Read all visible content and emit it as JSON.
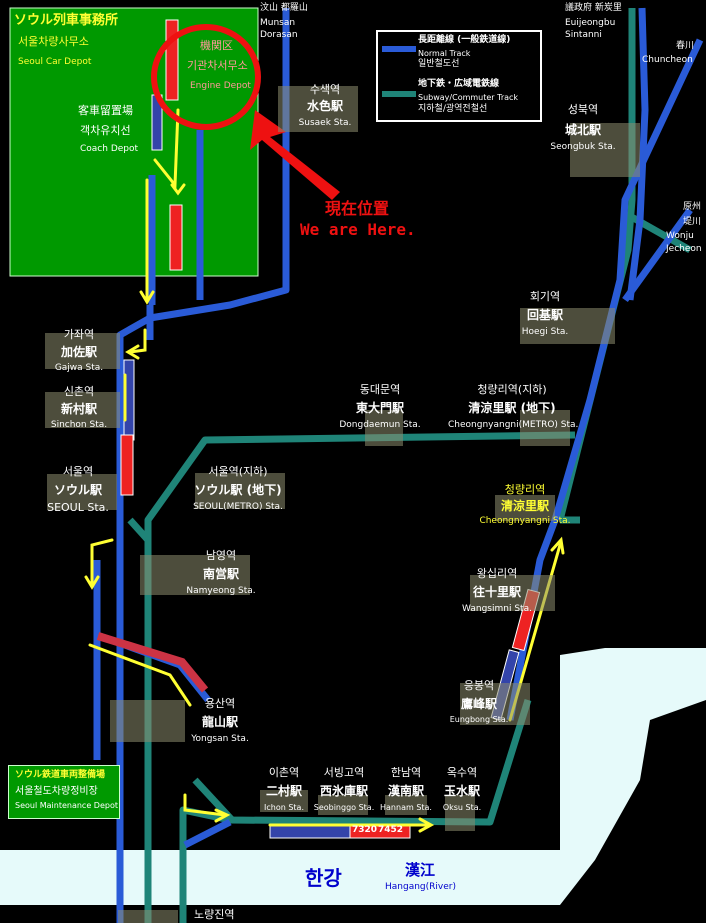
{
  "depot": {
    "title_jp": "ソウル列車事務所",
    "title_kr": "서울차량사무소",
    "title_en": "Seoul Car Depot",
    "coach_jp": "客車留置場",
    "coach_kr": "객차유치선",
    "coach_en": "Coach Depot",
    "engine_jp": "機関区",
    "engine_kr": "기관차서무소",
    "engine_en": "Engine Depot"
  },
  "here": {
    "jp": "現在位置",
    "en": "We are Here."
  },
  "legend": {
    "normal_cn": "長距離線 (一般鉄道線)",
    "normal_en": "Normal Track",
    "normal_kr": "일반철도선",
    "subway_cn": "地下鉄・広域電鉄線",
    "subway_en": "Subway/Commuter Track",
    "subway_kr": "지하철/광역전철선"
  },
  "destinations": {
    "munsan": "汶山 都羅山",
    "munsan_en1": "Munsan",
    "munsan_en2": "Dorasan",
    "uijeongbu": "議政府 新炭里",
    "uijeongbu_en1": "Euijeongbu",
    "uijeongbu_en2": "Sintanni",
    "chuncheon": "春川",
    "chuncheon_en": "Chuncheon",
    "wonju": "原州",
    "jecheon": "堤川",
    "wonju_en": "Wonju",
    "jecheon_en": "Jecheon"
  },
  "stations": {
    "susaek": {
      "kr": "수색역",
      "cn": "水色駅",
      "en": "Susaek Sta."
    },
    "seongbuk": {
      "kr": "성북역",
      "cn": "城北駅",
      "en": "Seongbuk Sta."
    },
    "hoegi": {
      "kr": "회기역",
      "cn": "回基駅",
      "en": "Hoegi Sta."
    },
    "gajwa": {
      "kr": "가좌역",
      "cn": "加佐駅",
      "en": "Gajwa Sta."
    },
    "sinchon": {
      "kr": "신촌역",
      "cn": "新村駅",
      "en": "Sinchon Sta."
    },
    "dongdaemun": {
      "kr": "동대문역",
      "cn": "東大門駅",
      "en": "Dongdaemun Sta."
    },
    "cheongnyangni_metro": {
      "kr": "청량리역(지하)",
      "cn": "清涼里駅 (地下)",
      "en": "Cheongnyangni(METRO) Sta."
    },
    "seoul": {
      "kr": "서울역",
      "cn": "ソウル駅",
      "en": "SEOUL Sta."
    },
    "seoul_metro": {
      "kr": "서울역(지하)",
      "cn": "ソウル駅 (地下)",
      "en": "SEOUL(METRO) Sta."
    },
    "cheongnyangni": {
      "kr": "청량리역",
      "cn": "清涼里駅",
      "en": "Cheongnyangni Sta."
    },
    "namyeong": {
      "kr": "남영역",
      "cn": "南営駅",
      "en": "Namyeong Sta."
    },
    "wangsimni": {
      "kr": "왕십리역",
      "cn": "往十里駅",
      "en": "Wangsimni Sta."
    },
    "eungbong": {
      "kr": "응봉역",
      "cn": "鷹峰駅",
      "en": "Eungbong Sta."
    },
    "yongsan": {
      "kr": "용산역",
      "cn": "龍山駅",
      "en": "Yongsan Sta."
    },
    "ichon": {
      "kr": "이촌역",
      "cn": "二村駅",
      "en": "Ichon Sta."
    },
    "seobinggo": {
      "kr": "서빙고역",
      "cn": "西氷庫駅",
      "en": "Seobinggo Sta."
    },
    "hannam": {
      "kr": "한남역",
      "cn": "漢南駅",
      "en": "Hannam Sta."
    },
    "oksu": {
      "kr": "옥수역",
      "cn": "玉水駅",
      "en": "Oksu Sta."
    },
    "noryangjin": {
      "kr": "노량진역"
    }
  },
  "maintenance": {
    "jp": "ソウル鉄道車両整備場",
    "kr": "서울철도차량정비장",
    "en": "Seoul Maintenance Depot"
  },
  "river": {
    "kr": "한강",
    "cn": "漢江",
    "en": "Hangang(River)"
  },
  "train": {
    "car1": "7320",
    "car2": "7452"
  },
  "colors": {
    "normal": "#2a5bd7",
    "subway": "#1f8478",
    "depot_bg": "#009900",
    "river": "#e6fafa",
    "highlight": "#ffff33",
    "marker": "#ee1111"
  }
}
